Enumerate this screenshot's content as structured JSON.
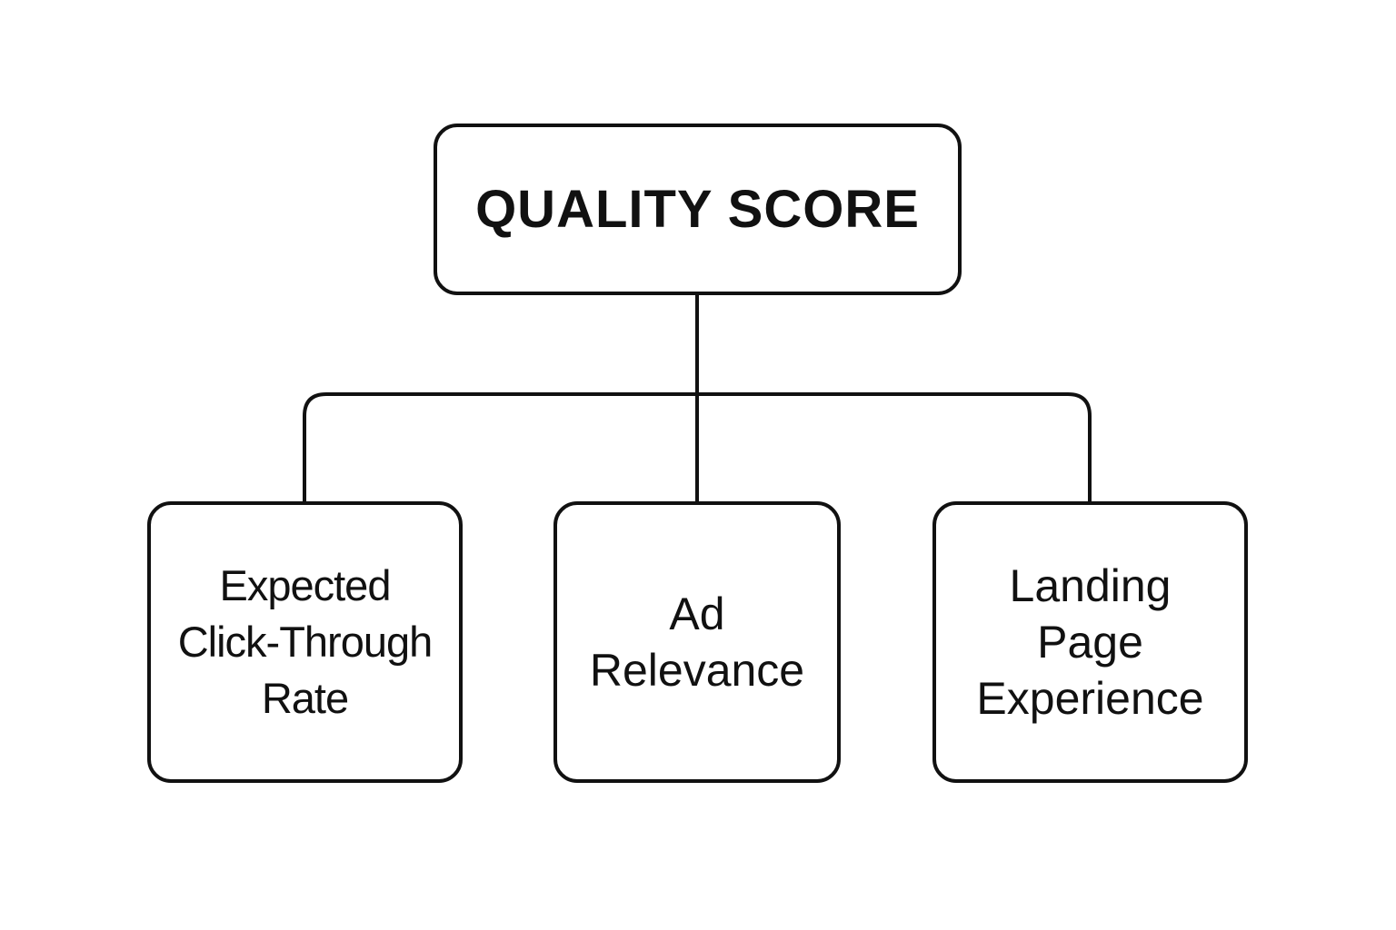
{
  "diagram": {
    "root": {
      "label": "QUALITY SCORE"
    },
    "children": [
      {
        "id": "ctr",
        "lines": [
          "Expected",
          "Click-Through",
          "Rate"
        ]
      },
      {
        "id": "relevance",
        "lines": [
          "Ad",
          "Relevance"
        ]
      },
      {
        "id": "landing",
        "lines": [
          "Landing",
          "Page",
          "Experience"
        ]
      }
    ]
  },
  "colors": {
    "stroke": "#111111",
    "background": "#ffffff",
    "text": "#111111"
  }
}
